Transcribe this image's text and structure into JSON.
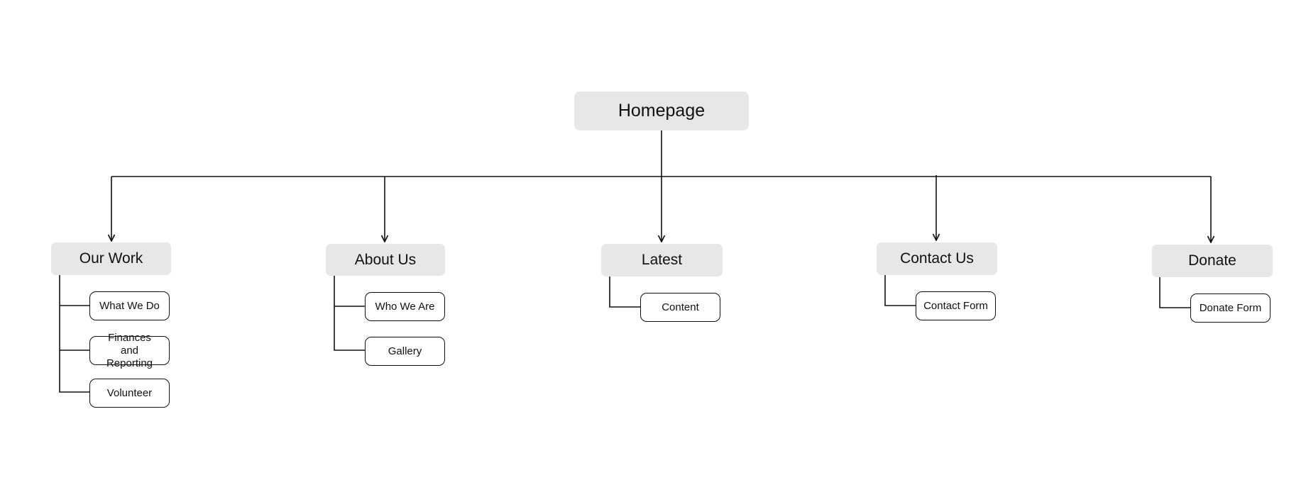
{
  "diagram": {
    "root": {
      "label": "Homepage"
    },
    "sections": [
      {
        "label": "Our Work",
        "pages": [
          "What We Do",
          "Finances and Reporting",
          "Volunteer"
        ]
      },
      {
        "label": "About Us",
        "pages": [
          "Who We Are",
          "Gallery"
        ]
      },
      {
        "label": "Latest",
        "pages": [
          "Content"
        ]
      },
      {
        "label": "Contact Us",
        "pages": [
          "Contact Form"
        ]
      },
      {
        "label": "Donate",
        "pages": [
          "Donate Form"
        ]
      }
    ]
  },
  "colors": {
    "section_fill": "#e6e7e9",
    "page_border": "#111111",
    "connector": "#111111"
  }
}
